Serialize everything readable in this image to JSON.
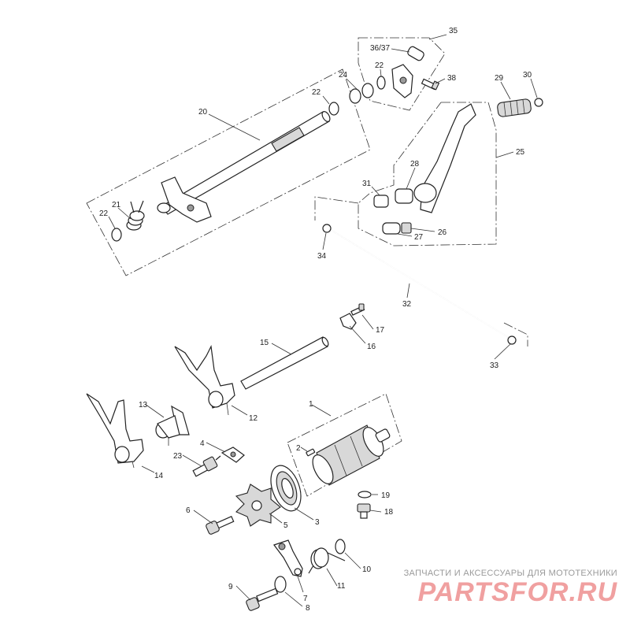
{
  "watermark": {
    "tagline": "ЗАПЧАСТИ И АКСЕССУАРЫ ДЛЯ МОТОТЕХНИКИ",
    "logo": "PARTSFOR.RU",
    "logo_color": "#f0a0a0"
  },
  "callouts": {
    "c1": "1",
    "c2": "2",
    "c3": "3",
    "c4": "4",
    "c5": "5",
    "c6": "6",
    "c7": "7",
    "c8": "8",
    "c9": "9",
    "c10": "10",
    "c11": "11",
    "c12": "12",
    "c13": "13",
    "c14": "14",
    "c15": "15",
    "c16": "16",
    "c17": "17",
    "c18": "18",
    "c19": "19",
    "c20": "20",
    "c21": "21",
    "c22a": "22",
    "c22b": "22",
    "c22c": "22",
    "c23": "23",
    "c24": "24",
    "c25": "25",
    "c26": "26",
    "c27": "27",
    "c28": "28",
    "c29": "29",
    "c30": "30",
    "c31": "31",
    "c32": "32",
    "c33": "33",
    "c34": "34",
    "c35": "35",
    "c3637": "36/37",
    "c38": "38"
  }
}
